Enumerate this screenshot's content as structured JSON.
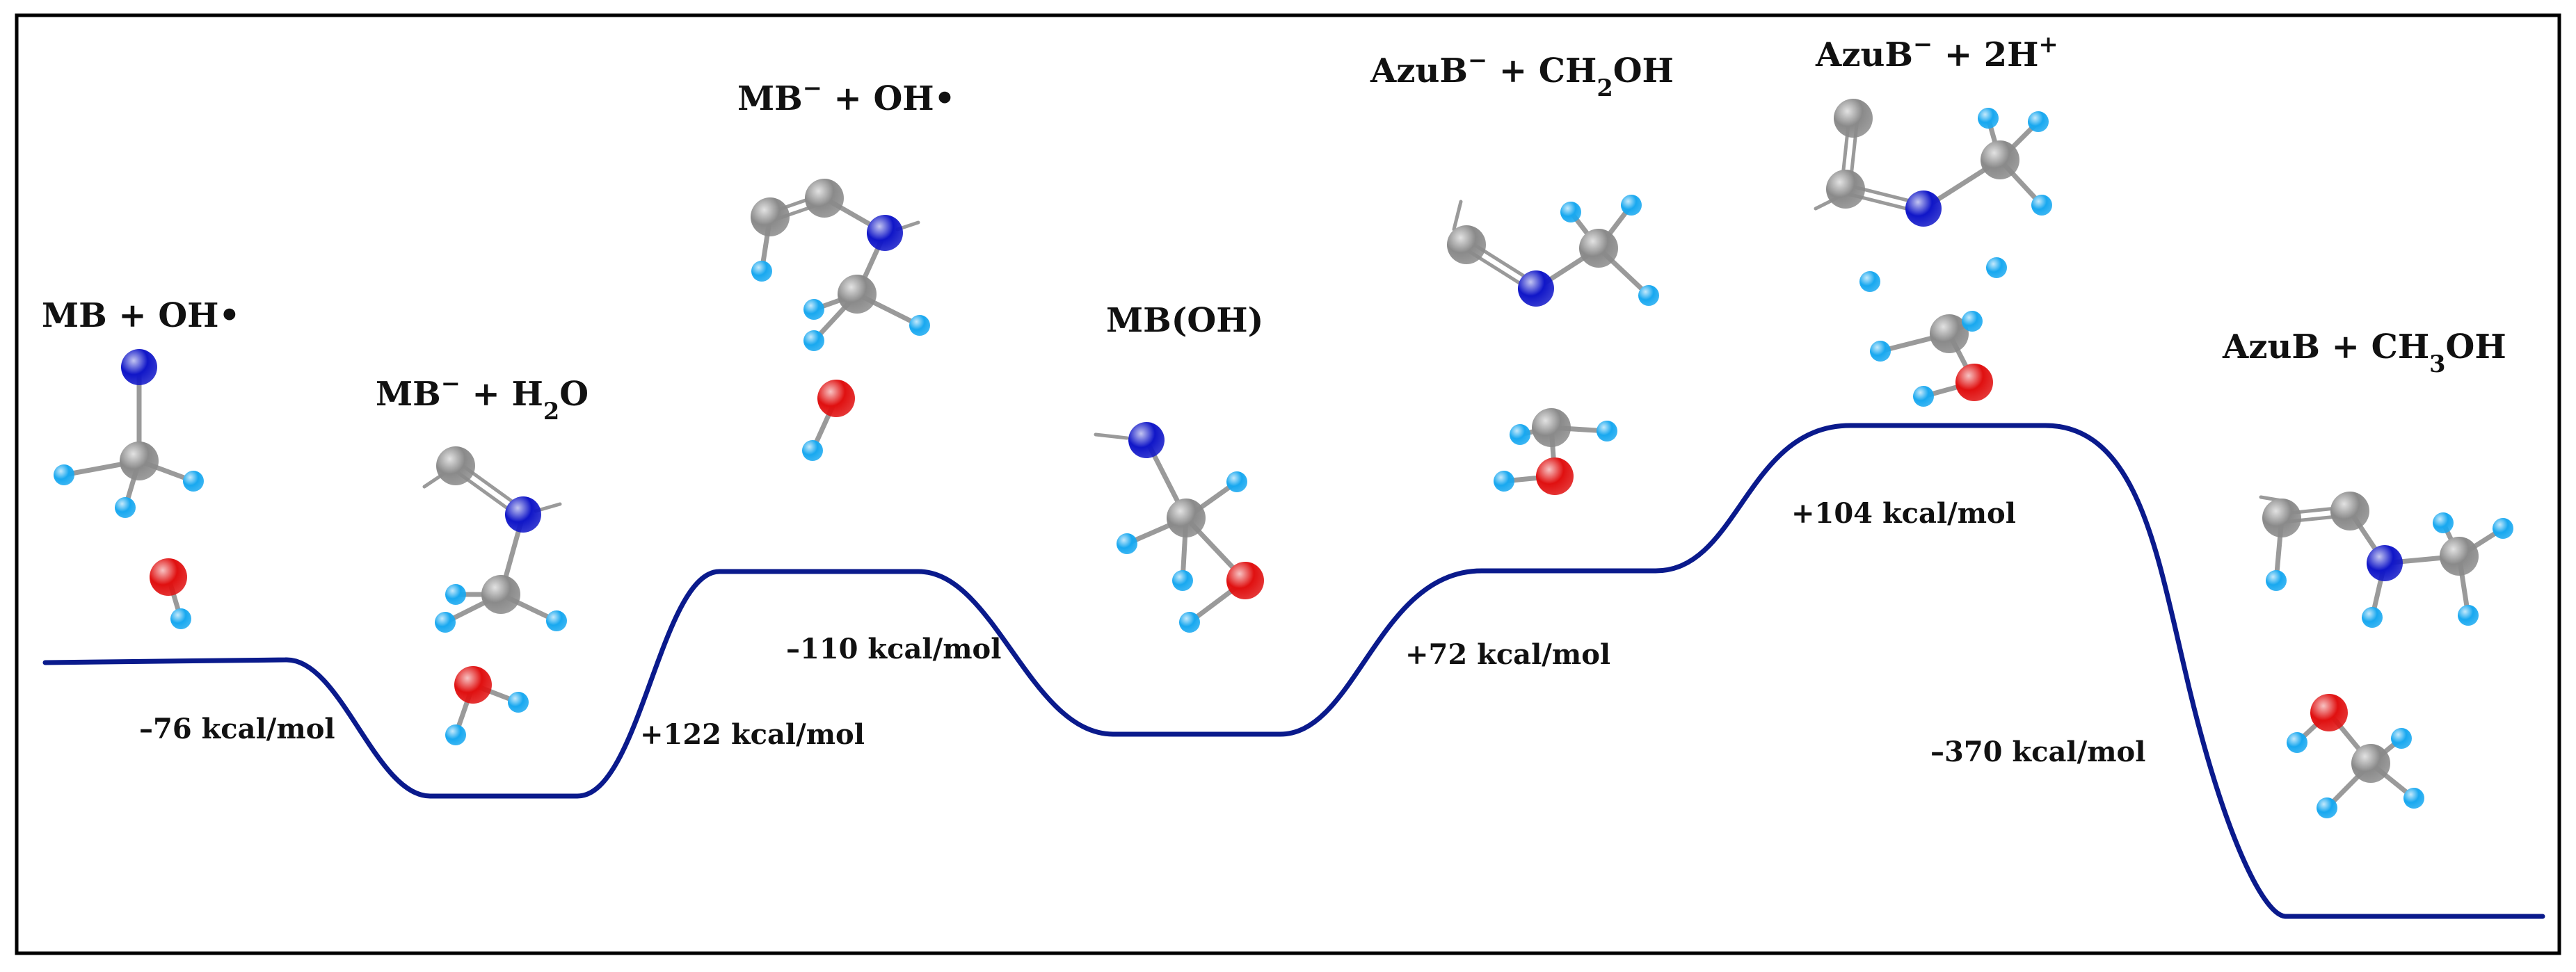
{
  "colors": {
    "background": "#ffffff",
    "frame": "#000000",
    "energy_path": "#0a1a8c",
    "text": "#111111",
    "atom_carbon": "#8a8a8a",
    "atom_nitrogen": "#1016c8",
    "atom_oxygen": "#e01010",
    "atom_hydrogen": "#18a8f0",
    "bond": "#9a9a9a"
  },
  "states": [
    {
      "label": "MB + OH•",
      "label_parts": [
        {
          "t": "MB + OH•"
        }
      ],
      "molecule_icon": "methylene-blue-fragment-with-hydroxyl-radical"
    },
    {
      "label": "MB⁻ + H₂O",
      "label_parts": [
        {
          "t": "MB"
        },
        {
          "t": "−",
          "sup": true
        },
        {
          "t": " + H"
        },
        {
          "t": "2",
          "sub": true
        },
        {
          "t": "O"
        }
      ],
      "molecule_icon": "reduced-mb-fragment-with-water"
    },
    {
      "label": "MB⁻ + OH•",
      "label_parts": [
        {
          "t": "MB"
        },
        {
          "t": "−",
          "sup": true
        },
        {
          "t": " + OH•"
        }
      ],
      "molecule_icon": "reduced-mb-fragment-with-hydroxyl"
    },
    {
      "label": "MB(OH)",
      "label_parts": [
        {
          "t": "MB(OH)"
        }
      ],
      "molecule_icon": "hydroxylated-mb-fragment"
    },
    {
      "label": "AzuB⁻ + CH₂OH",
      "label_parts": [
        {
          "t": "AzuB"
        },
        {
          "t": "−",
          "sup": true
        },
        {
          "t": " + CH"
        },
        {
          "t": "2",
          "sub": true
        },
        {
          "t": "OH"
        }
      ],
      "molecule_icon": "azure-b-anion-with-hydroxymethyl"
    },
    {
      "label": "AzuB⁻ + 2H⁺",
      "label_parts": [
        {
          "t": "AzuB"
        },
        {
          "t": "−",
          "sup": true
        },
        {
          "t": " + 2H"
        },
        {
          "t": "+",
          "sup": true
        }
      ],
      "molecule_icon": "azure-b-anion-with-protons"
    },
    {
      "label": "AzuB + CH₃OH",
      "label_parts": [
        {
          "t": "AzuB + CH"
        },
        {
          "t": "3",
          "sub": true
        },
        {
          "t": "OH"
        }
      ],
      "molecule_icon": "azure-b-with-methanol"
    }
  ],
  "transitions": [
    {
      "label": "–76 kcal/mol"
    },
    {
      "label": "+122 kcal/mol"
    },
    {
      "label": "–110 kcal/mol"
    },
    {
      "label": "+72 kcal/mol"
    },
    {
      "label": "+104 kcal/mol"
    },
    {
      "label": "–370 kcal/mol"
    }
  ]
}
